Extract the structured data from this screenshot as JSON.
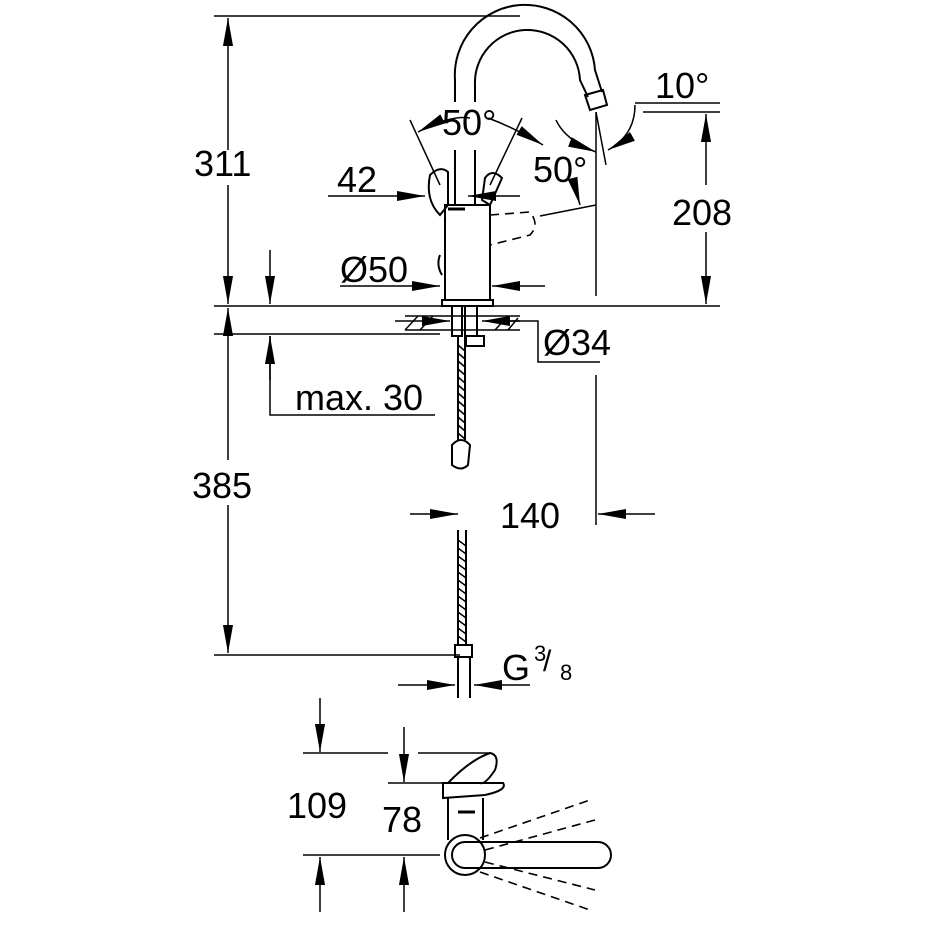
{
  "title": "Faucet dimension drawing",
  "dimensions": {
    "total_height": "311",
    "spout_height": "208",
    "spout_angle": "10°",
    "lever_angle_front": "50°",
    "lever_angle_side": "50°",
    "lever_offset": "42",
    "body_diameter": "Ø50",
    "hole_diameter": "Ø34",
    "max_deck_thickness": "max. 30",
    "hose_length": "385",
    "spout_reach": "140",
    "connection_thread": "G",
    "connection_thread_num": "3",
    "connection_thread_den": "8",
    "top_view_depth": "109",
    "top_view_body_depth": "78"
  }
}
